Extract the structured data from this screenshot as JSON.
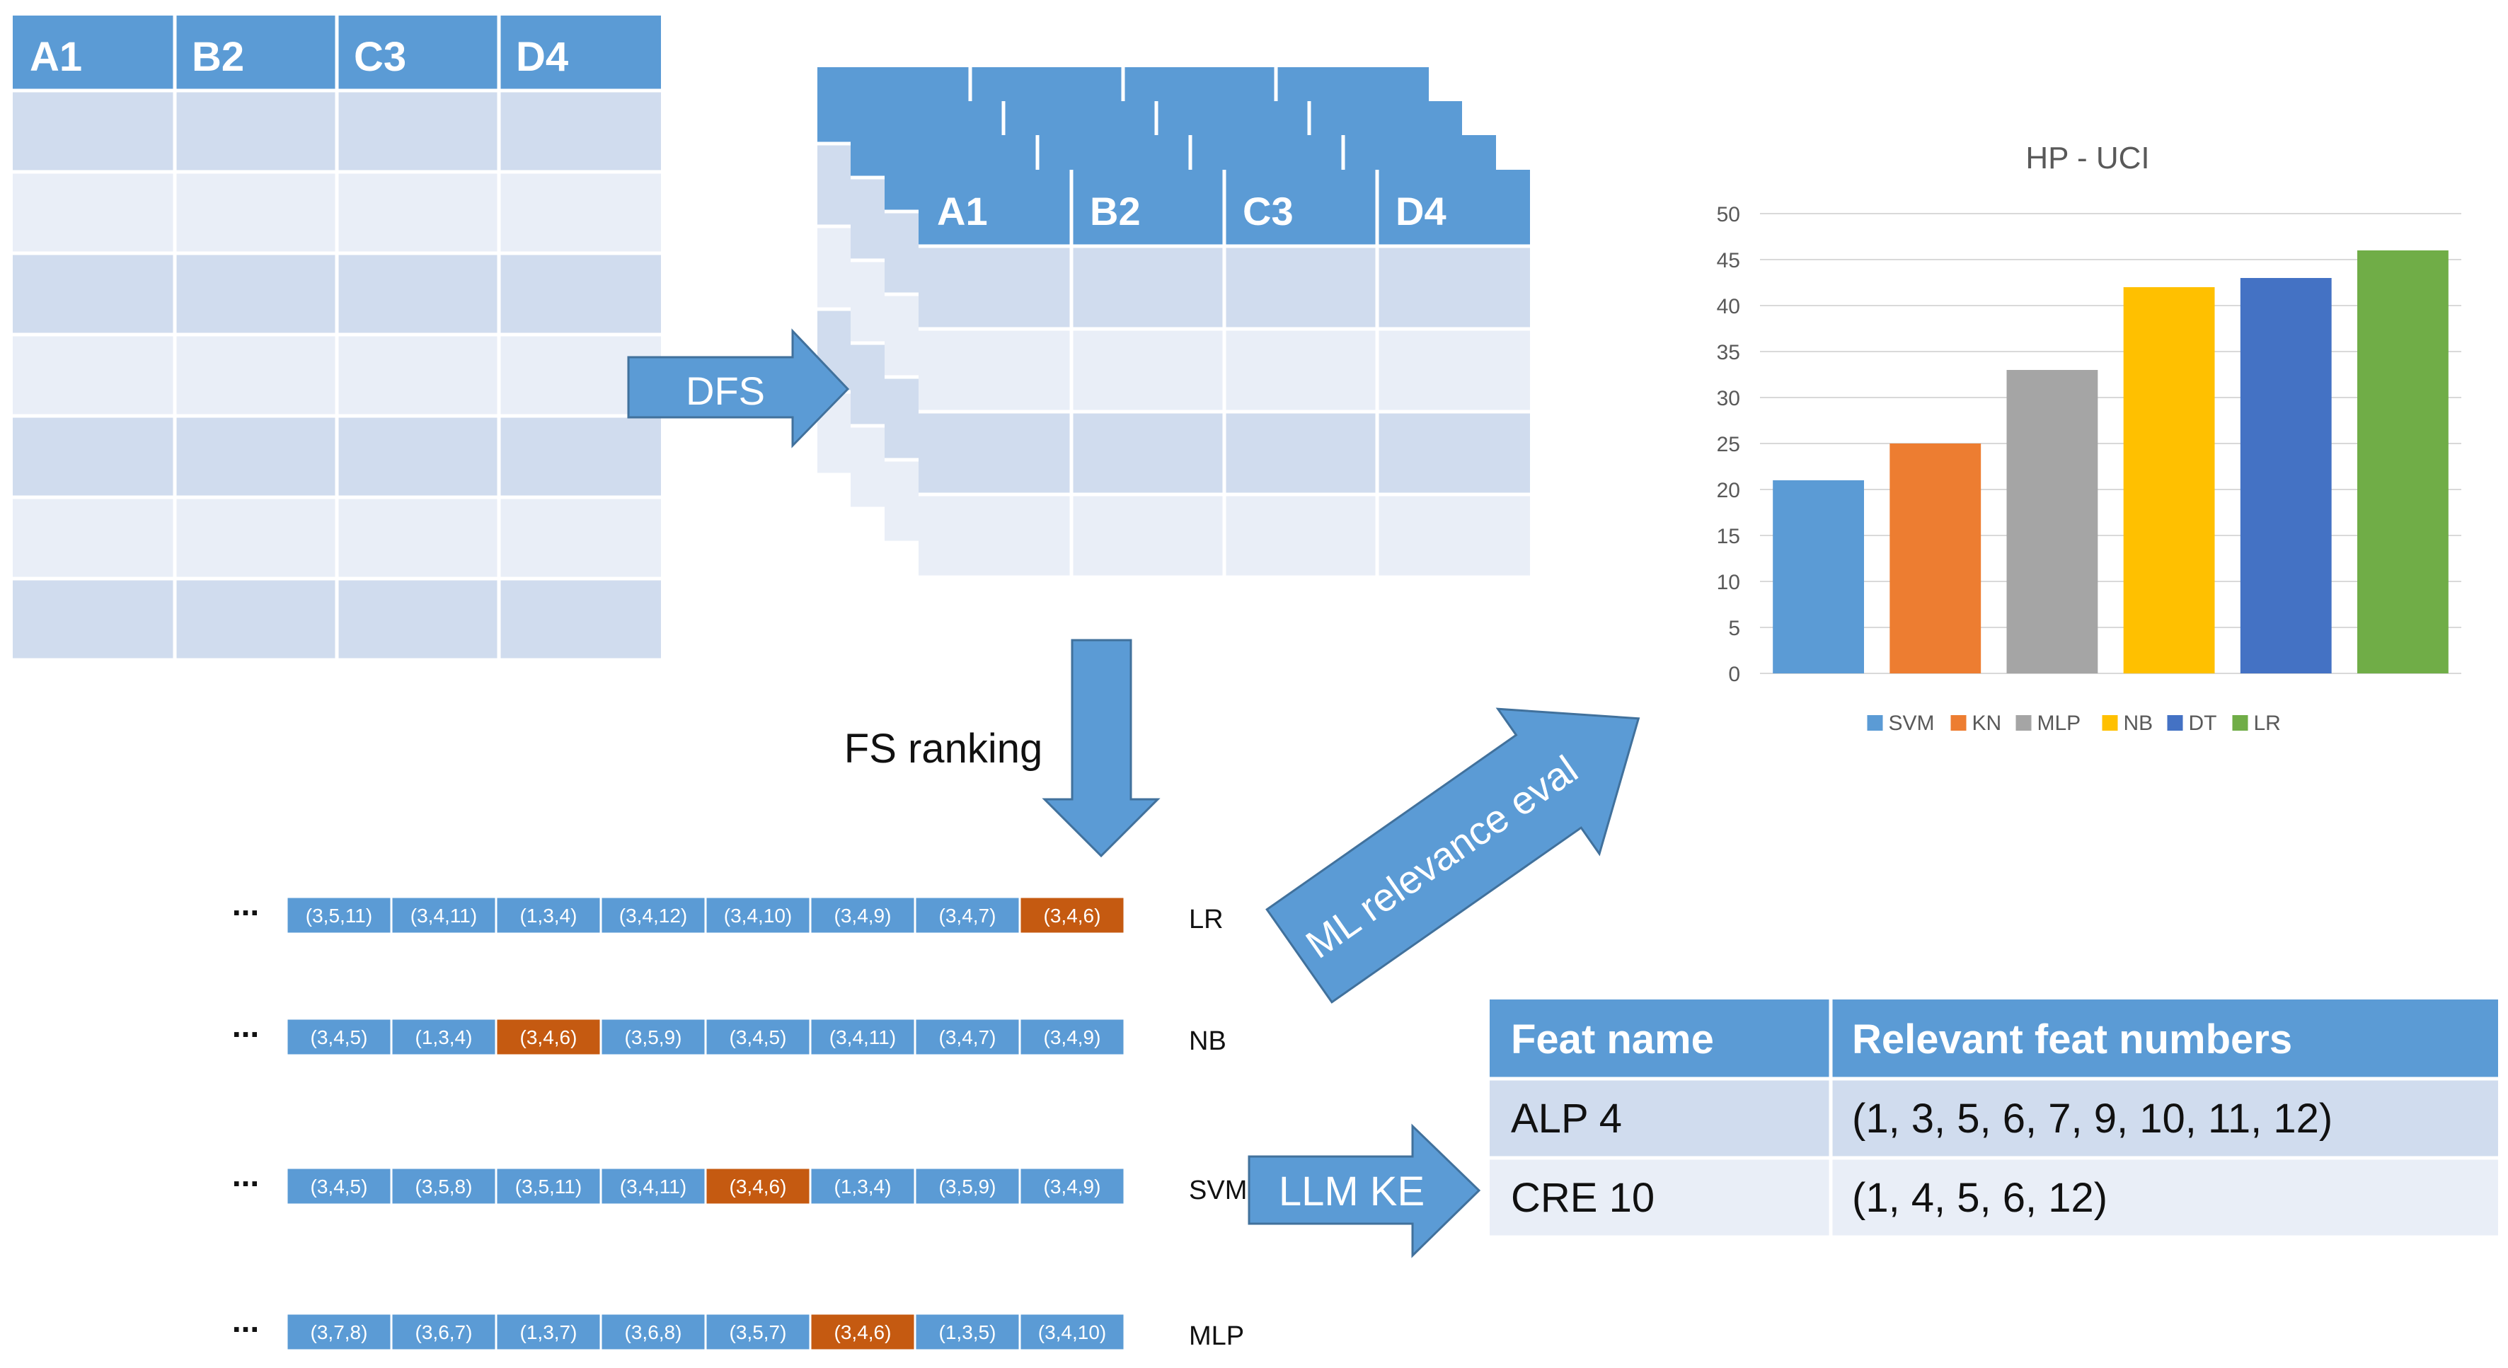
{
  "source_table": {
    "headers": [
      "A1",
      "B2",
      "C3",
      "D4"
    ],
    "row_count": 7
  },
  "stack_table": {
    "headers": [
      "A1",
      "B2",
      "C3",
      "D4"
    ],
    "row_count": 4,
    "layers": 4
  },
  "arrows": {
    "dfs": "DFS",
    "fs_ranking": "FS ranking",
    "ml_eval": "ML relevance eval",
    "llm_ke": "LLM KE"
  },
  "rankings": [
    {
      "model": "LR",
      "ellipsis": "...",
      "cells": [
        "(3,5,11)",
        "(3,4,11)",
        "(1,3,4)",
        "(3,4,12)",
        "(3,4,10)",
        "(3,4,9)",
        "(3,4,7)",
        "(3,4,6)"
      ],
      "highlight": 7
    },
    {
      "model": "NB",
      "ellipsis": "...",
      "cells": [
        "(3,4,5)",
        "(1,3,4)",
        "(3,4,6)",
        "(3,5,9)",
        "(3,4,5)",
        "(3,4,11)",
        "(3,4,7)",
        "(3,4,9)"
      ],
      "highlight": 2
    },
    {
      "model": "SVM",
      "ellipsis": "...",
      "cells": [
        "(3,4,5)",
        "(3,5,8)",
        "(3,5,11)",
        "(3,4,11)",
        "(3,4,6)",
        "(1,3,4)",
        "(3,5,9)",
        "(3,4,9)"
      ],
      "highlight": 4
    },
    {
      "model": "MLP",
      "ellipsis": "...",
      "cells": [
        "(3,7,8)",
        "(3,6,7)",
        "(1,3,7)",
        "(3,6,8)",
        "(3,5,7)",
        "(3,4,6)",
        "(1,3,5)",
        "(3,4,10)"
      ],
      "highlight": 5
    }
  ],
  "feat_table": {
    "headers": [
      "Feat name",
      "Relevant feat numbers"
    ],
    "rows": [
      [
        "ALP 4",
        "(1, 3, 5, 6, 7, 9, 10, 11, 12)"
      ],
      [
        "CRE 10",
        "(1, 4, 5, 6, 12)"
      ]
    ]
  },
  "chart_data": {
    "type": "bar",
    "title": "HP - UCI",
    "categories": [
      "SVM",
      "KN",
      "MLP",
      "NB",
      "DT",
      "LR"
    ],
    "values": [
      21,
      25,
      33,
      42,
      43,
      46
    ],
    "colors": [
      "#5b9bd5",
      "#ed7d31",
      "#a5a5a5",
      "#ffc000",
      "#4472c4",
      "#70ad47"
    ],
    "ylim": [
      0,
      50
    ],
    "yticks": [
      0,
      5,
      10,
      15,
      20,
      25,
      30,
      35,
      40,
      45,
      50
    ],
    "legend": "bottom",
    "grid": true
  },
  "colors": {
    "header_blue": "#5b9bd5",
    "row_dark": "#d0dcee",
    "row_light": "#e9eef7",
    "arrow_blue": "#5b9bd5",
    "arrow_stroke": "#41719c",
    "cell_blue": "#5b9bd5",
    "cell_highlight": "#c55a11"
  }
}
